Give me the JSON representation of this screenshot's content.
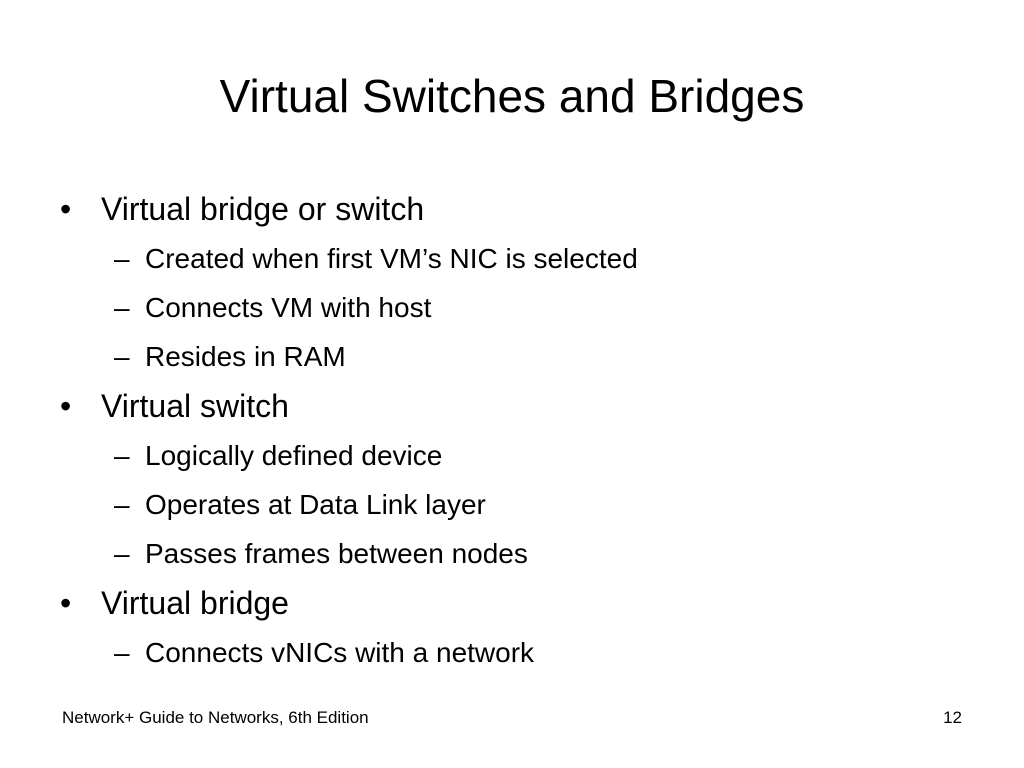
{
  "slide": {
    "title": "Virtual Switches and Bridges",
    "bullet_marker": "•",
    "sub_marker": "–",
    "bullets": [
      {
        "text": "Virtual bridge or switch",
        "subs": [
          "Created when first VM’s NIC is selected",
          "Connects VM with host",
          "Resides in RAM"
        ]
      },
      {
        "text": "Virtual switch",
        "subs": [
          "Logically defined device",
          "Operates at Data Link layer",
          "Passes frames between nodes"
        ]
      },
      {
        "text": "Virtual bridge",
        "subs": [
          "Connects vNICs with a network"
        ]
      }
    ],
    "footer": {
      "book_title": "Network+ Guide to Networks, 6th Edition",
      "page_number": "12"
    }
  }
}
